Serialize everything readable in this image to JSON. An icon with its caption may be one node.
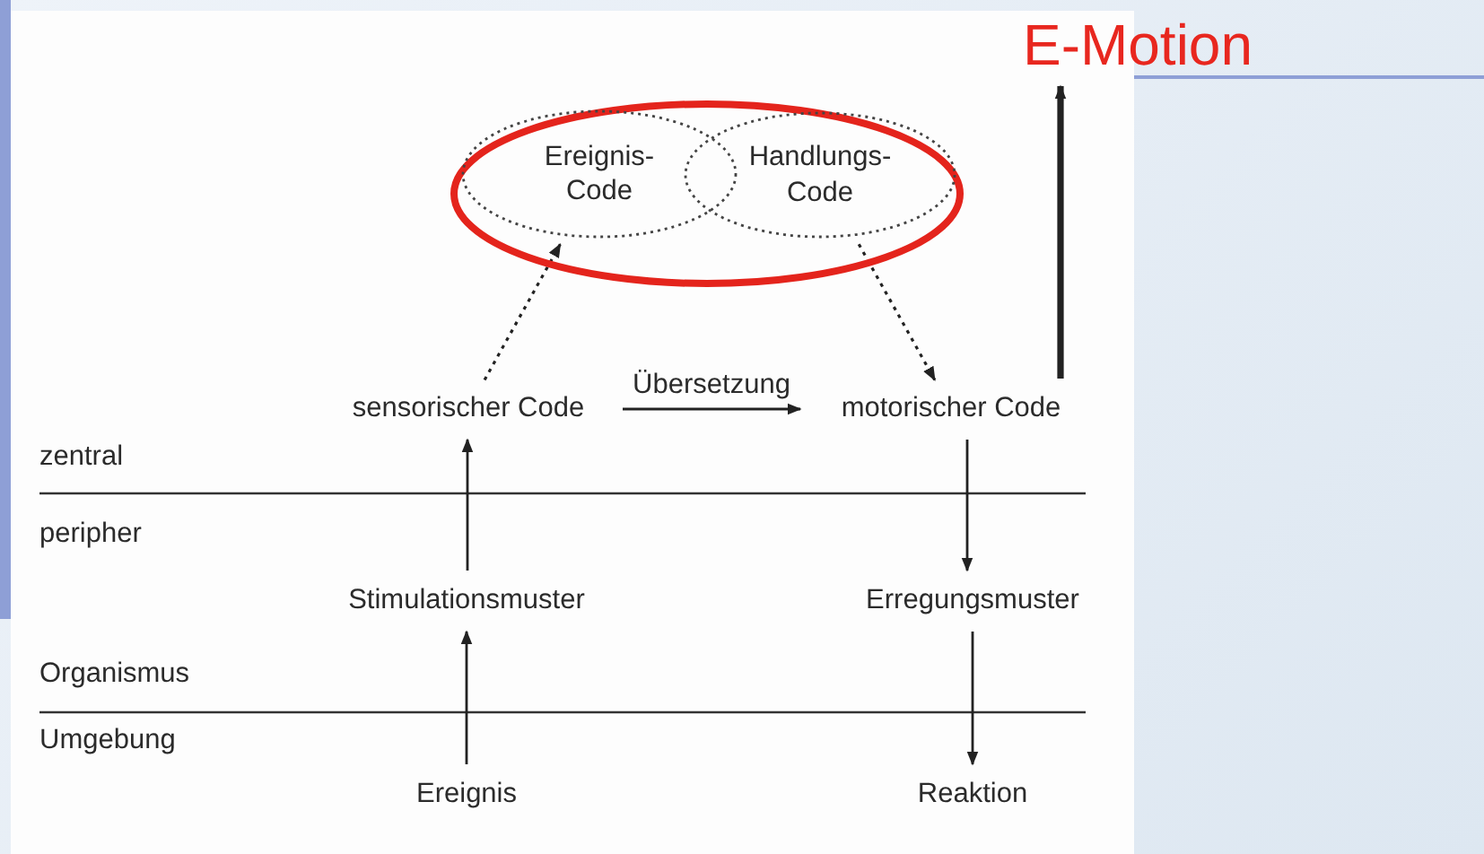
{
  "diagram": {
    "nodes": [
      {
        "text": [],
        "shape": "ellipse"
      },
      {
        "text": [
          "Ereignis-Code"
        ],
        "in": 0
      },
      {
        "text": [
          "Handlungs-Code"
        ],
        "in": 0
      },
      {
        "text": [
          "E-Motion"
        ]
      },
      {
        "text": [
          "sensorischer Code"
        ]
      },
      {
        "text": [
          "motorischer Code"
        ]
      },
      {
        "text": [
          "Stimulationsmuster"
        ]
      },
      {
        "text": [
          "Erregungsmuster"
        ]
      },
      {
        "text": [
          "Ereignis"
        ]
      },
      {
        "text": [
          "Reaktion"
        ]
      }
    ],
    "edges": [
      {
        "from": 4,
        "to": 1,
        "arrow": "to",
        "style": "dashed"
      },
      {
        "from": 2,
        "to": 5,
        "arrow": "to",
        "style": "dashed"
      },
      {
        "from": 4,
        "to": 5,
        "arrow": "to",
        "label": "Übersetzung"
      },
      {
        "from": 5,
        "to": 3,
        "arrow": "to",
        "style": "thick"
      },
      {
        "from": 6,
        "to": 4,
        "arrow": "to"
      },
      {
        "from": 8,
        "to": 6,
        "arrow": "to"
      },
      {
        "from": 5,
        "to": 7,
        "arrow": "to"
      },
      {
        "from": 7,
        "to": 9,
        "arrow": "to"
      }
    ],
    "labels": [
      "zentral",
      "peripher",
      "Organismus",
      "Umgebung"
    ]
  }
}
